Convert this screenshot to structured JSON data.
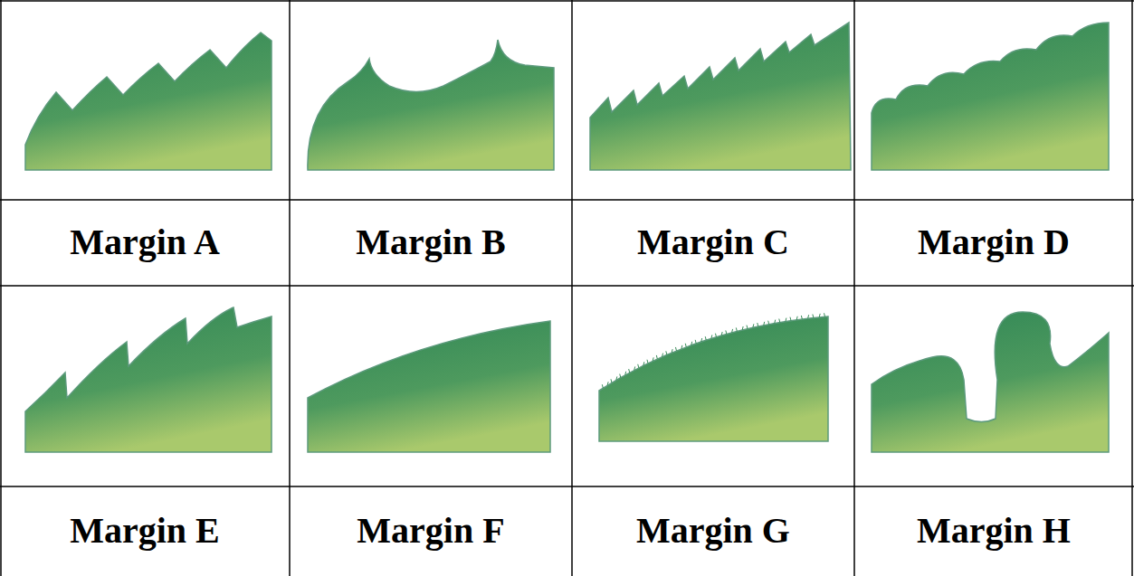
{
  "diagram": {
    "labels": [
      "Margin A",
      "Margin B",
      "Margin C",
      "Margin D",
      "Margin E",
      "Margin F",
      "Margin G",
      "Margin H"
    ]
  }
}
